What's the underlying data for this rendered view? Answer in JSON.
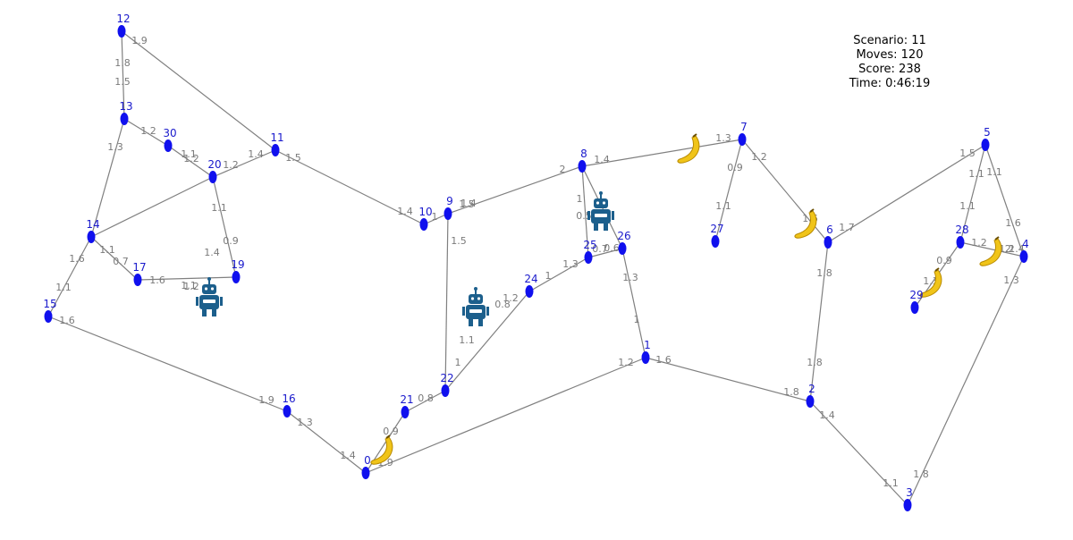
{
  "hud": {
    "scenario_label": "Scenario:",
    "scenario": "11",
    "moves_label": "Moves:",
    "moves": "120",
    "score_label": "Score:",
    "score": "238",
    "time_label": "Time:",
    "time": "0:46:19"
  },
  "colors": {
    "node": "#1010ee",
    "node_label": "#1a1acc",
    "edge": "#808080",
    "edge_label": "#7a7a7a",
    "banana": "#f0c419",
    "robot": "#1c5f8c"
  },
  "nodes": [
    {
      "id": "0"
    },
    {
      "id": "1"
    },
    {
      "id": "2"
    },
    {
      "id": "3"
    },
    {
      "id": "4"
    },
    {
      "id": "5"
    },
    {
      "id": "6"
    },
    {
      "id": "7"
    },
    {
      "id": "8"
    },
    {
      "id": "9"
    },
    {
      "id": "10"
    },
    {
      "id": "11"
    },
    {
      "id": "12"
    },
    {
      "id": "13"
    },
    {
      "id": "14"
    },
    {
      "id": "15"
    },
    {
      "id": "16"
    },
    {
      "id": "17"
    },
    {
      "id": "19"
    },
    {
      "id": "20"
    },
    {
      "id": "21"
    },
    {
      "id": "22"
    },
    {
      "id": "24"
    },
    {
      "id": "25"
    },
    {
      "id": "26"
    },
    {
      "id": "27"
    },
    {
      "id": "28"
    },
    {
      "id": "29"
    },
    {
      "id": "30"
    }
  ],
  "edge_labels": [
    "1.9",
    "1.8",
    "1.5",
    "1.3",
    "1.2",
    "1.2",
    "1.1",
    "1.4",
    "1.2",
    "1.5",
    "1.4",
    "1",
    "1.6",
    "1.1",
    "1.1",
    "0.7",
    "1.6",
    "1.1",
    "1.6",
    "1.9",
    "1.3",
    "1.4",
    "0.9",
    "0.8",
    "1.1",
    "1",
    "0.8",
    "1.2",
    "1",
    "1.3",
    "0.7",
    "0.6",
    "1.5",
    "1.5",
    "1.4",
    "2",
    "1.4",
    "1.3",
    "0.9",
    "1.1",
    "1.2",
    "1.6",
    "1.7",
    "1.5",
    "1.1",
    "1.1",
    "1.1",
    "1.6",
    "1.2",
    "1.2",
    "0.9",
    "1.3",
    "1.3",
    "1",
    "1.2",
    "1.6",
    "1.8",
    "1.8",
    "1.8",
    "1.4",
    "1.1",
    "1.8",
    "1.3",
    "1.9",
    "1.2",
    "1.4",
    "1.1",
    "0.9",
    "1.4",
    "1.2",
    "0.5",
    "1"
  ]
}
